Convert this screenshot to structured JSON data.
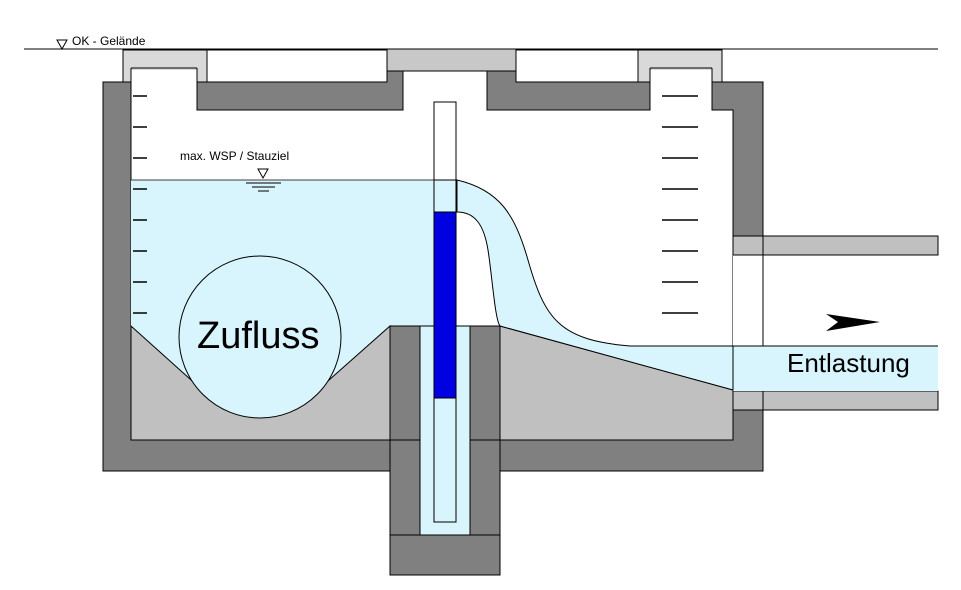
{
  "labels": {
    "ground_level": "OK - Gelände",
    "water_level": "max. WSP / Stauziel",
    "inflow": "Zufluss",
    "overflow": "Entlastung"
  },
  "colors": {
    "concrete": "#808080",
    "concrete_light": "#c0c0c0",
    "water": "#d8f4fc",
    "gate": "#0000e0",
    "outline": "#000000"
  },
  "icons": {
    "ground_marker": "triangle-down-icon",
    "water_marker": "water-level-icon",
    "flow_arrow": "arrow-right-icon"
  }
}
